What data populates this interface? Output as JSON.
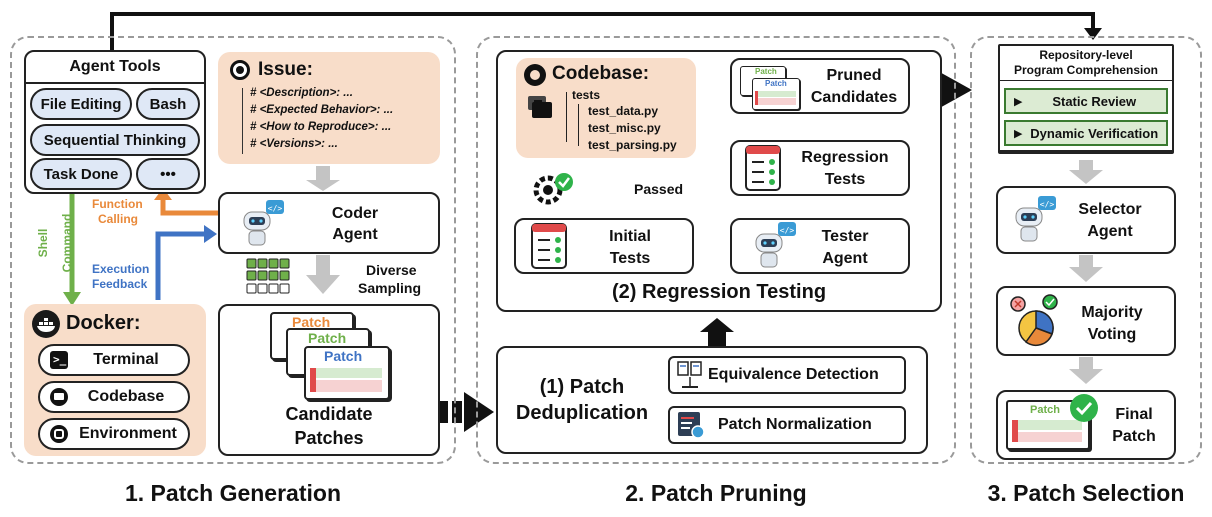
{
  "agent_tools": {
    "title": "Agent Tools",
    "items": [
      "File Editing",
      "Bash",
      "Sequential Thinking",
      "Task Done",
      "•••"
    ]
  },
  "issue": {
    "title": "Issue:",
    "lines": [
      "# <Description>: ...",
      "# <Expected Behavior>: ...",
      "# <How to Reproduce>: ...",
      "# <Versions>: ..."
    ]
  },
  "coder_agent": {
    "line1": "Coder",
    "line2": "Agent"
  },
  "edges": {
    "function_calling_1": "Function",
    "function_calling_2": "Calling",
    "shell_command_1": "Shell",
    "shell_command_2": "Command",
    "execution_feedback_1": "Execution",
    "execution_feedback_2": "Feedback",
    "diverse_sampling_1": "Diverse",
    "diverse_sampling_2": "Sampling",
    "passed": "Passed"
  },
  "docker": {
    "title": "Docker:",
    "items": [
      "Terminal",
      "Codebase",
      "Environment"
    ]
  },
  "candidate_patches": {
    "patch_labels": [
      "Patch",
      "Patch",
      "Patch"
    ],
    "line1": "Candidate",
    "line2": "Patches"
  },
  "codebase": {
    "title": "Codebase:",
    "root": "tests",
    "files": [
      "test_data.py",
      "test_misc.py",
      "test_parsing.py"
    ]
  },
  "pruned_candidates": {
    "patch_labels": [
      "Patch",
      "Patch"
    ],
    "line1": "Pruned",
    "line2": "Candidates"
  },
  "regression_tests": {
    "line1": "Regression",
    "line2": "Tests"
  },
  "initial_tests": {
    "line1": "Initial",
    "line2": "Tests"
  },
  "tester_agent": {
    "line1": "Tester",
    "line2": "Agent"
  },
  "regression_testing": {
    "title": "(2) Regression Testing"
  },
  "patch_dedup": {
    "line1": "(1) Patch",
    "line2": "Deduplication",
    "equivalence": "Equivalence Detection",
    "normalization": "Patch Normalization"
  },
  "repo_comprehension": {
    "line1": "Repository-level",
    "line2": "Program Comprehension",
    "static_review": "Static Review",
    "dynamic_verification": "Dynamic Verification"
  },
  "selector_agent": {
    "line1": "Selector",
    "line2": "Agent"
  },
  "majority_voting": {
    "line1": "Majority",
    "line2": "Voting"
  },
  "final_patch": {
    "patch_label": "Patch",
    "line1": "Final",
    "line2": "Patch"
  },
  "sections": {
    "generation": "1. Patch Generation",
    "pruning": "2. Patch Pruning",
    "selection": "3. Patch Selection"
  },
  "colors": {
    "peach": "#f8ddc9",
    "pill_blue": "#dfe8f6",
    "orange": "#e9893a",
    "green": "#6fb04a",
    "blue": "#3f73c4",
    "gray_arrow": "#c4c4c4",
    "patch_orange": "#e9893a",
    "patch_green": "#6fb04a",
    "patch_blue": "#3f73c4",
    "green_btn": "#dcebd3"
  }
}
